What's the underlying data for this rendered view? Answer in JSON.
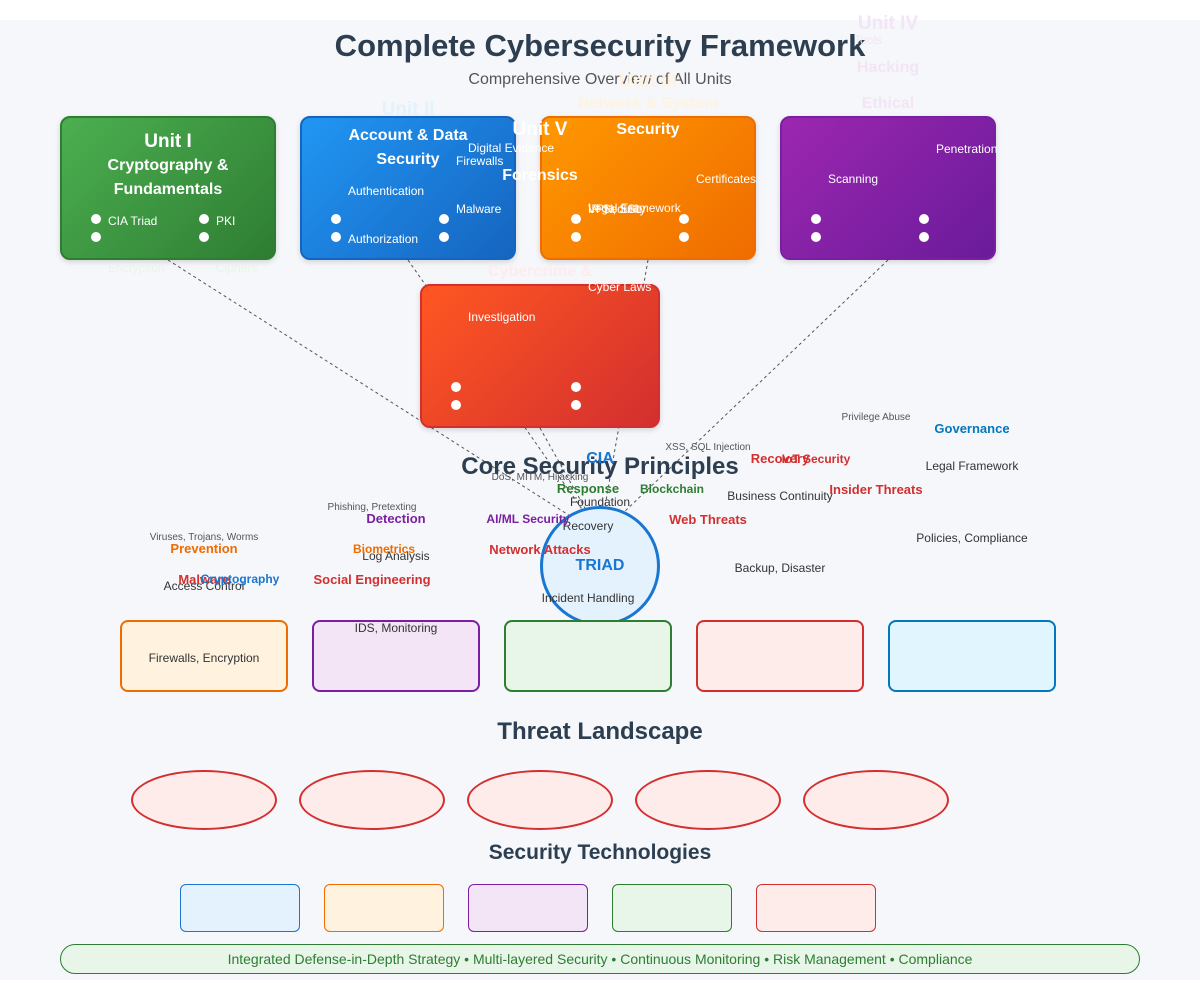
{
  "header": {
    "title": "Complete Cybersecurity Framework",
    "subtitle": "Comprehensive Overview of All Units"
  },
  "units": {
    "u1": {
      "unit": "Unit I",
      "name_line1": "Cryptography &",
      "name_line2": "Fundamentals",
      "t1": "CIA Triad",
      "t2": "PKI",
      "t3": "Encryption",
      "t4": "Ciphers",
      "color": "#2e7d32"
    },
    "u2": {
      "unit": "Unit II",
      "name_line1": "Account & Data",
      "name_line2": "Security",
      "t1": "Authentication",
      "t2": "Firewalls",
      "t3": "Malware",
      "t4": "Authorization",
      "color": "#1565c0"
    },
    "u3": {
      "unit": "Unit III",
      "name_line1": "Network & System",
      "name_line2": "Security",
      "t1": "Certificates",
      "t2": "VPN, SSL",
      "t3": "IP Security",
      "color": "#ef6c00"
    },
    "u4": {
      "unit": "Unit IV",
      "name_line1": "Ethical",
      "name_line2": "Hacking",
      "t1": "Scanning",
      "t2": "Penetration",
      "t3": "Tools",
      "color": "#7b1fa2"
    },
    "u5": {
      "unit": "Unit V",
      "name_line1": "Cybercrime &",
      "name_line2": "Forensics",
      "t1": "Digital Evidence",
      "t2": "Investigation",
      "t3": "Cyber Laws",
      "t4": "Legal Framework",
      "color": "#d32f2f"
    }
  },
  "core": {
    "title": "Core Security Principles",
    "hub_line1": "CIA",
    "hub_line2": "TRIAD",
    "rays": {
      "prevention": "Prevention",
      "detection": "Detection",
      "response": "Response",
      "recovery": "Recovery",
      "governance": "Governance",
      "access_control": "Access Control",
      "log_analysis": "Log Analysis",
      "foundation": "Foundation",
      "legal_framework": "Legal Framework",
      "ids_monitoring": "IDS, Monitoring",
      "incident_handling": "Incident Handling",
      "backup_disaster": "Backup, Disaster",
      "policies_compliance": "Policies, Compliance",
      "firewalls_encryption": "Firewalls, Encryption",
      "business_continuity": "Business Continuity",
      "recovery_small": "Recovery"
    }
  },
  "threats": {
    "title": "Threat Landscape",
    "malware": "Malware",
    "viruses": "Viruses, Trojans, Worms",
    "social": "Social Engineering",
    "phishing": "Phishing, Pretexting",
    "network": "Network Attacks",
    "dos": "DoS, MITM, Hijacking",
    "web": "Web Threats",
    "xss": "XSS, SQL Injection",
    "insider": "Insider Threats",
    "privilege": "Privilege Abuse"
  },
  "technologies": {
    "title": "Security Technologies",
    "cryptography": "Cryptography",
    "biometrics": "Biometrics",
    "ai_ml": "AI/ML Security",
    "blockchain": "Blockchain",
    "iot": "IoT Security"
  },
  "footer": {
    "text": "Integrated Defense-in-Depth Strategy • Multi-layered Security • Continuous Monitoring • Risk Management • Compliance"
  },
  "colors": {
    "title": "#2c3e50",
    "unit1": "#2e7d32",
    "unit2": "#1565c0",
    "unit3": "#ef6c00",
    "unit4": "#7b1fa2",
    "unit5": "#d32f2f",
    "hub_border": "#1976d2",
    "hub_fill": "#e3f2fd",
    "footer_border": "#2e7d32",
    "footer_fill": "#e8f5e9"
  }
}
